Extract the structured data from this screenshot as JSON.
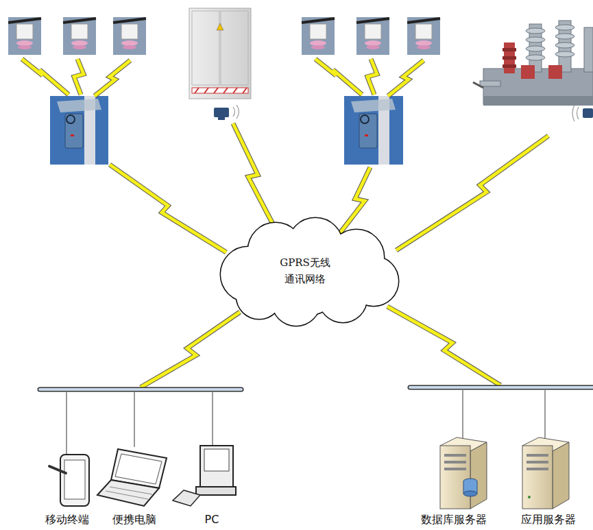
{
  "diagram": {
    "nodes": [
      {
        "text": [
          "GPRS无线 通讯网络"
        ]
      }
    ],
    "labels": [
      "移动终端",
      "便携电脑",
      "PC",
      "数据库服务器",
      "应用服务器"
    ]
  }
}
